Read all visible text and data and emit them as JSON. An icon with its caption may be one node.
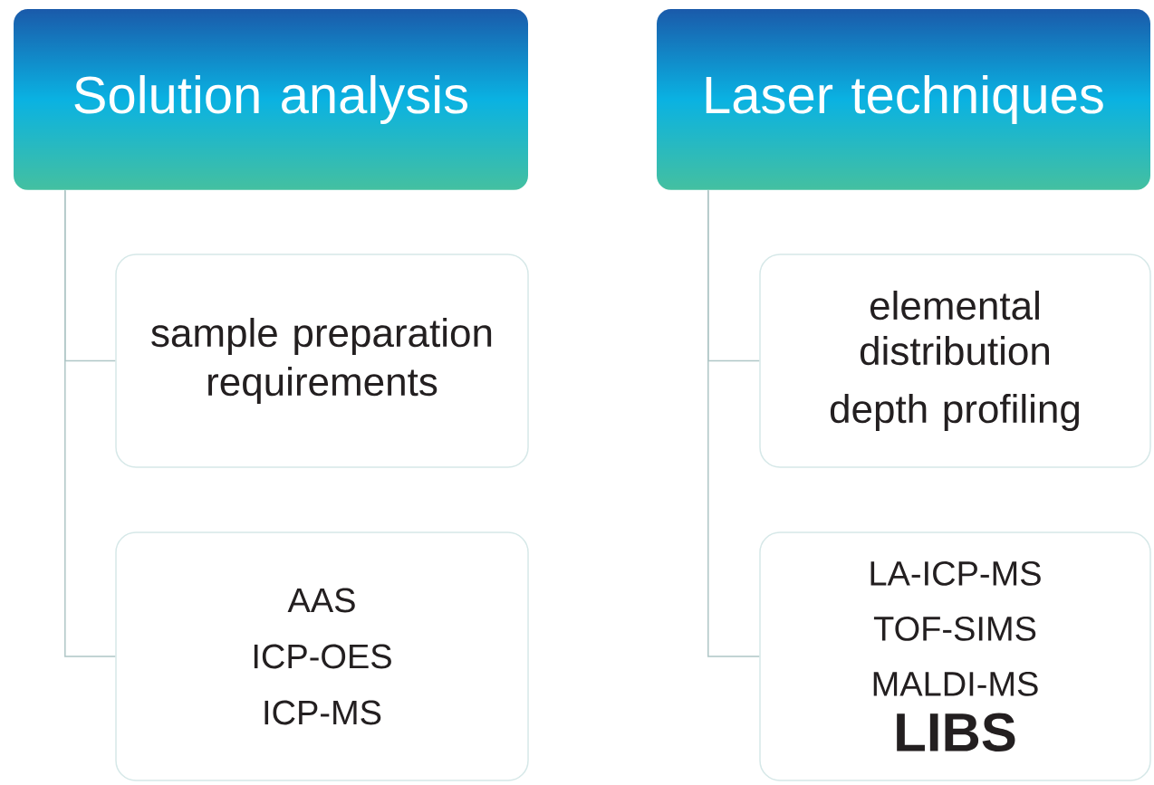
{
  "diagram": {
    "nodes": [
      {
        "text": [
          "Solution analysis"
        ]
      },
      {
        "text": [
          "sample preparation requirements"
        ]
      },
      {
        "text": [
          "AAS",
          "ICP-OES",
          "ICP-MS"
        ]
      },
      {
        "text": [
          "Laser techniques"
        ]
      },
      {
        "text": [
          "elemental distribution",
          "depth profiling"
        ]
      },
      {
        "text": [
          "LA-ICP-MS",
          "TOF-SIMS",
          "MALDI-MS",
          "LIBS"
        ]
      }
    ],
    "edges": [
      {
        "from": 0,
        "to": 1,
        "arrow": "none"
      },
      {
        "from": 0,
        "to": 2,
        "arrow": "none"
      },
      {
        "from": 3,
        "to": 4,
        "arrow": "none"
      },
      {
        "from": 3,
        "to": 5,
        "arrow": "none"
      }
    ]
  }
}
